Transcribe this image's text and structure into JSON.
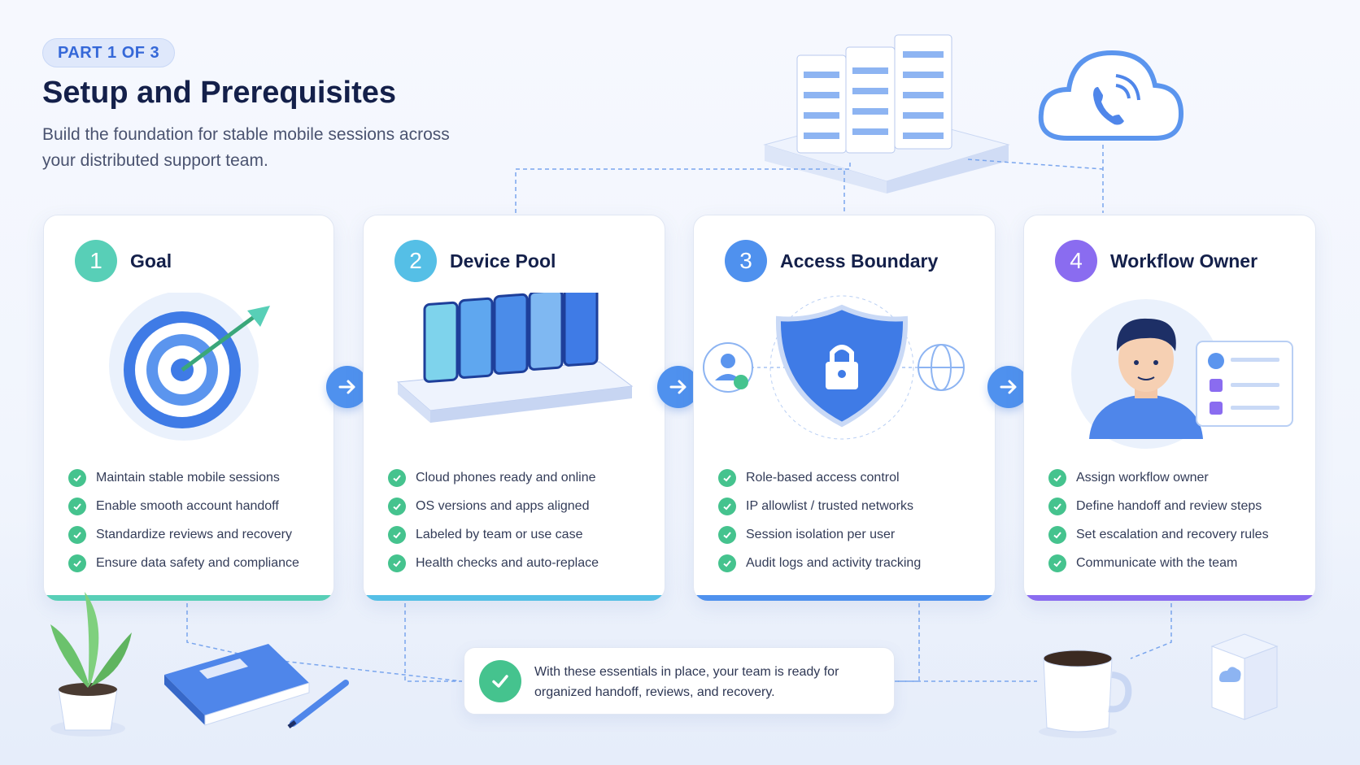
{
  "header": {
    "badge": "PART 1 OF 3",
    "title": "Setup and Prerequisites",
    "subtitle": "Build the foundation for stable mobile sessions across your distributed support team."
  },
  "cards": [
    {
      "number": "1",
      "title": "Goal",
      "accent": "#58cfb7",
      "icon": "target-icon",
      "items": [
        "Maintain stable mobile sessions",
        "Enable smooth account handoff",
        "Standardize reviews and recovery",
        "Ensure data safety and compliance"
      ]
    },
    {
      "number": "2",
      "title": "Device Pool",
      "accent": "#55bfe6",
      "icon": "phone-rack-icon",
      "items": [
        "Cloud phones ready and online",
        "OS versions and apps aligned",
        "Labeled by team or use case",
        "Health checks and auto-replace"
      ]
    },
    {
      "number": "3",
      "title": "Access Boundary",
      "accent": "#4f91ee",
      "icon": "shield-lock-icon",
      "items": [
        "Role-based access control",
        "IP allowlist / trusted networks",
        "Session isolation per user",
        "Audit logs and activity tracking"
      ]
    },
    {
      "number": "4",
      "title": "Workflow Owner",
      "accent": "#8a6cf0",
      "icon": "person-checklist-icon",
      "items": [
        "Assign workflow owner",
        "Define handoff and review steps",
        "Set escalation and recovery rules",
        "Communicate with the team"
      ]
    }
  ],
  "note": {
    "text": "With these essentials in place, your team is ready for organized handoff, reviews, and recovery."
  },
  "colors": {
    "check": "#45c38e",
    "arrow": "#4f91ee",
    "title": "#14204a"
  }
}
